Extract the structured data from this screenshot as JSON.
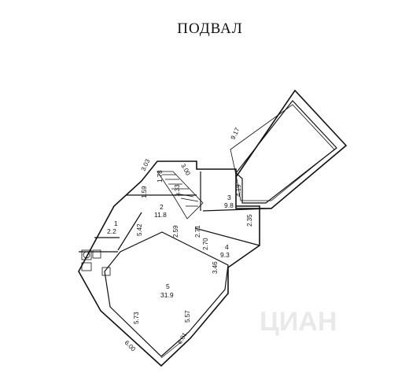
{
  "title": "ПОДВАЛ",
  "watermark": "ЦИАН",
  "rooms": [
    {
      "number": "1",
      "area": "2.2"
    },
    {
      "number": "2",
      "area": "11.8"
    },
    {
      "number": "3",
      "area": "9.8"
    },
    {
      "number": "4",
      "area": "9.3"
    },
    {
      "number": "5",
      "area": "31.9"
    }
  ],
  "dimensions": [
    "9.17",
    "3.03",
    "3.00",
    "4.19",
    "2.35",
    "1.59",
    "5.42",
    "2.59",
    "2.71",
    "2.70",
    "3.46",
    "5.73",
    "5.57",
    "6.00",
    "6.01"
  ],
  "stair_labels": [
    "1.78",
    "1.33"
  ],
  "colors": {
    "line": "#111111",
    "background": "#ffffff"
  }
}
